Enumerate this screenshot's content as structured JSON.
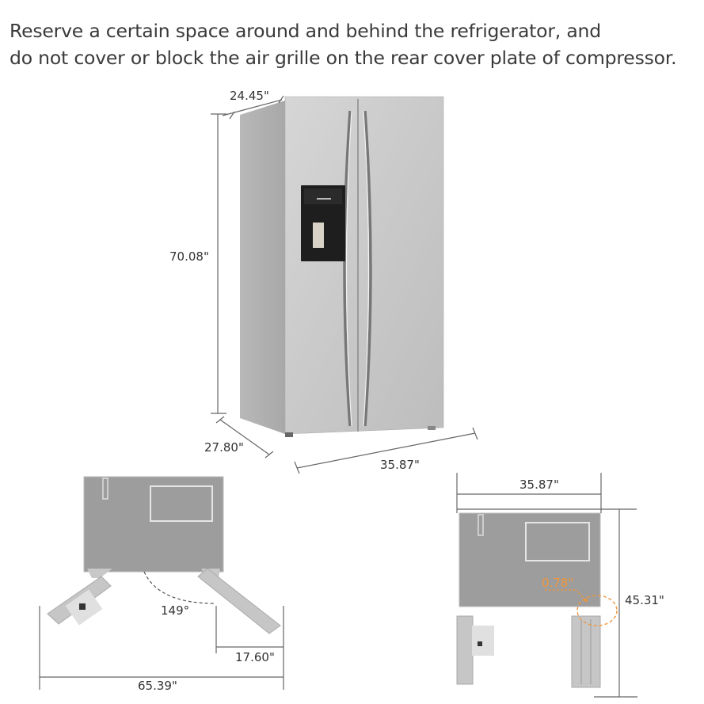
{
  "caption": {
    "line1": "Reserve a certain space around and behind the refrigerator, and",
    "line2": "do not cover or block the air grille on the rear cover plate of compressor."
  },
  "front_view": {
    "depth_top": "24.45\"",
    "height": "70.08\"",
    "depth_bottom": "27.80\"",
    "width": "35.87\""
  },
  "top_view_open": {
    "door_angle": "149°",
    "door_depth": "17.60\"",
    "total_width": "65.39\""
  },
  "top_view_90": {
    "width": "35.87\"",
    "clearance": "0.78\"",
    "total_depth": "45.31\""
  },
  "colors": {
    "steel": "#c4c4c4",
    "panel": "#9d9d9d",
    "dim_line": "#666666",
    "highlight": "#f0963a"
  }
}
